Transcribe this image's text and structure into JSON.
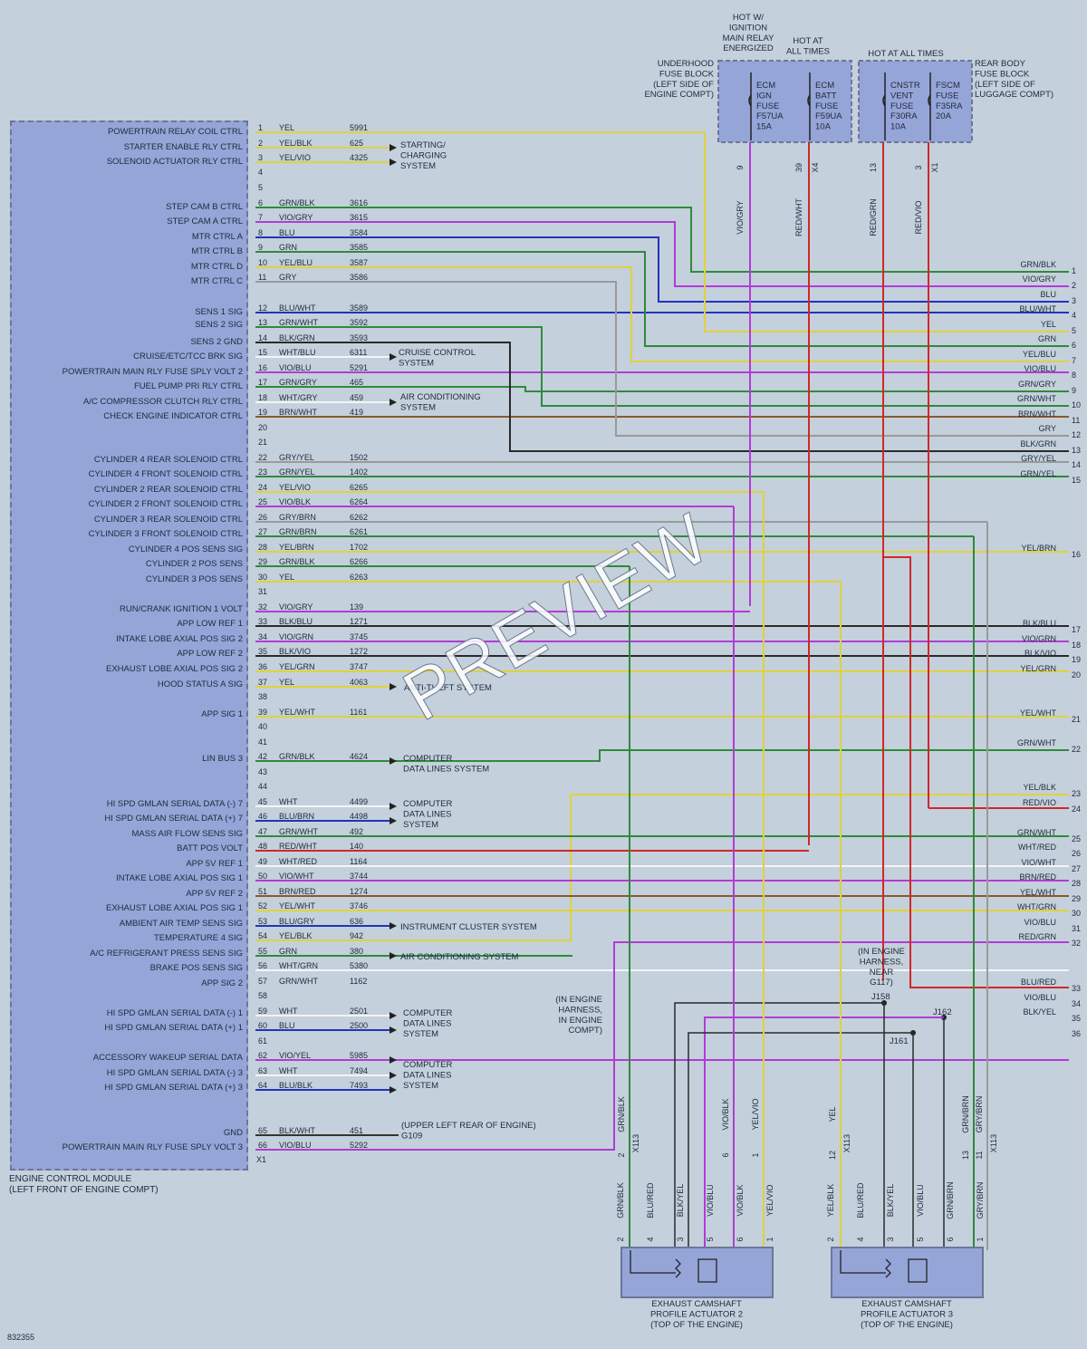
{
  "ecm": {
    "name": "ENGINE CONTROL MODULE",
    "location": "(LEFT FRONT OF ENGINE COMPT)",
    "connector": "X1",
    "pins": [
      {
        "pin": "1",
        "func": "POWERTRAIN RELAY COIL CTRL",
        "wire": "YEL",
        "circuit": "5991"
      },
      {
        "pin": "2",
        "func": "STARTER ENABLE RLY CTRL",
        "wire": "YEL/BLK",
        "circuit": "625"
      },
      {
        "pin": "3",
        "func": "SOLENOID ACTUATOR RLY CTRL",
        "wire": "YEL/VIO",
        "circuit": "4325"
      },
      {
        "pin": "4",
        "func": "",
        "wire": "",
        "circuit": ""
      },
      {
        "pin": "5",
        "func": "",
        "wire": "",
        "circuit": ""
      },
      {
        "pin": "6",
        "func": "STEP CAM B CTRL",
        "wire": "GRN/BLK",
        "circuit": "3616"
      },
      {
        "pin": "7",
        "func": "STEP CAM A CTRL",
        "wire": "VIO/GRY",
        "circuit": "3615"
      },
      {
        "pin": "8",
        "func": "MTR CTRL A",
        "wire": "BLU",
        "circuit": "3584"
      },
      {
        "pin": "9",
        "func": "MTR CTRL B",
        "wire": "GRN",
        "circuit": "3585"
      },
      {
        "pin": "10",
        "func": "MTR CTRL D",
        "wire": "YEL/BLU",
        "circuit": "3587"
      },
      {
        "pin": "11",
        "func": "MTR CTRL C",
        "wire": "GRY",
        "circuit": "3586"
      },
      {
        "pin": "12",
        "func": "SENS 1 SIG",
        "wire": "BLU/WHT",
        "circuit": "3589"
      },
      {
        "pin": "13",
        "func": "SENS 2 SIG",
        "wire": "GRN/WHT",
        "circuit": "3592"
      },
      {
        "pin": "14",
        "func": "SENS 2 GND",
        "wire": "BLK/GRN",
        "circuit": "3593"
      },
      {
        "pin": "15",
        "func": "CRUISE/ETC/TCC BRK SIG",
        "wire": "WHT/BLU",
        "circuit": "6311"
      },
      {
        "pin": "16",
        "func": "POWERTRAIN MAIN RLY FUSE SPLY VOLT 2",
        "wire": "VIO/BLU",
        "circuit": "5291"
      },
      {
        "pin": "17",
        "func": "FUEL PUMP PRI RLY CTRL",
        "wire": "GRN/GRY",
        "circuit": "465"
      },
      {
        "pin": "18",
        "func": "A/C COMPRESSOR CLUTCH RLY CTRL",
        "wire": "WHT/GRY",
        "circuit": "459"
      },
      {
        "pin": "19",
        "func": "CHECK ENGINE INDICATOR CTRL",
        "wire": "BRN/WHT",
        "circuit": "419"
      },
      {
        "pin": "20",
        "func": "",
        "wire": "",
        "circuit": ""
      },
      {
        "pin": "21",
        "func": "",
        "wire": "",
        "circuit": ""
      },
      {
        "pin": "22",
        "func": "CYLINDER 4 REAR SOLENOID CTRL",
        "wire": "GRY/YEL",
        "circuit": "1502"
      },
      {
        "pin": "23",
        "func": "CYLINDER 4 FRONT SOLENOID CTRL",
        "wire": "GRN/YEL",
        "circuit": "1402"
      },
      {
        "pin": "24",
        "func": "CYLINDER 2 REAR SOLENOID CTRL",
        "wire": "YEL/VIO",
        "circuit": "6265"
      },
      {
        "pin": "25",
        "func": "CYLINDER 2 FRONT SOLENOID CTRL",
        "wire": "VIO/BLK",
        "circuit": "6264"
      },
      {
        "pin": "26",
        "func": "CYLINDER 3 REAR SOLENOID CTRL",
        "wire": "GRY/BRN",
        "circuit": "6262"
      },
      {
        "pin": "27",
        "func": "CYLINDER 3 FRONT SOLENOID CTRL",
        "wire": "GRN/BRN",
        "circuit": "6261"
      },
      {
        "pin": "28",
        "func": "CYLINDER 4 POS SENS SIG",
        "wire": "YEL/BRN",
        "circuit": "1702"
      },
      {
        "pin": "29",
        "func": "CYLINDER 2 POS SENS",
        "wire": "GRN/BLK",
        "circuit": "6266"
      },
      {
        "pin": "30",
        "func": "CYLINDER 3 POS SENS",
        "wire": "YEL",
        "circuit": "6263"
      },
      {
        "pin": "31",
        "func": "",
        "wire": "",
        "circuit": ""
      },
      {
        "pin": "32",
        "func": "RUN/CRANK IGNITION 1 VOLT",
        "wire": "VIO/GRY",
        "circuit": "139"
      },
      {
        "pin": "33",
        "func": "APP LOW REF 1",
        "wire": "BLK/BLU",
        "circuit": "1271"
      },
      {
        "pin": "34",
        "func": "INTAKE LOBE AXIAL POS SIG 2",
        "wire": "VIO/GRN",
        "circuit": "3745"
      },
      {
        "pin": "35",
        "func": "APP LOW REF 2",
        "wire": "BLK/VIO",
        "circuit": "1272"
      },
      {
        "pin": "36",
        "func": "EXHAUST LOBE AXIAL POS SIG 2",
        "wire": "YEL/GRN",
        "circuit": "3747"
      },
      {
        "pin": "37",
        "func": "HOOD STATUS A SIG",
        "wire": "YEL",
        "circuit": "4063"
      },
      {
        "pin": "38",
        "func": "",
        "wire": "",
        "circuit": ""
      },
      {
        "pin": "39",
        "func": "APP SIG 1",
        "wire": "YEL/WHT",
        "circuit": "1161"
      },
      {
        "pin": "40",
        "func": "",
        "wire": "",
        "circuit": ""
      },
      {
        "pin": "41",
        "func": "",
        "wire": "",
        "circuit": ""
      },
      {
        "pin": "42",
        "func": "LIN BUS 3",
        "wire": "GRN/BLK",
        "circuit": "4624"
      },
      {
        "pin": "43",
        "func": "",
        "wire": "",
        "circuit": ""
      },
      {
        "pin": "44",
        "func": "",
        "wire": "",
        "circuit": ""
      },
      {
        "pin": "45",
        "func": "HI SPD GMLAN SERIAL DATA (-) 7",
        "wire": "WHT",
        "circuit": "4499"
      },
      {
        "pin": "46",
        "func": "HI SPD GMLAN SERIAL DATA (+) 7",
        "wire": "BLU/BRN",
        "circuit": "4498"
      },
      {
        "pin": "47",
        "func": "MASS AIR FLOW SENS SIG",
        "wire": "GRN/WHT",
        "circuit": "492"
      },
      {
        "pin": "48",
        "func": "BATT POS VOLT",
        "wire": "RED/WHT",
        "circuit": "140"
      },
      {
        "pin": "49",
        "func": "APP 5V REF 1",
        "wire": "WHT/RED",
        "circuit": "1164"
      },
      {
        "pin": "50",
        "func": "INTAKE LOBE AXIAL POS SIG 1",
        "wire": "VIO/WHT",
        "circuit": "3744"
      },
      {
        "pin": "51",
        "func": "APP 5V REF 2",
        "wire": "BRN/RED",
        "circuit": "1274"
      },
      {
        "pin": "52",
        "func": "EXHAUST LOBE AXIAL POS SIG 1",
        "wire": "YEL/WHT",
        "circuit": "3746"
      },
      {
        "pin": "53",
        "func": "AMBIENT AIR TEMP SENS SIG",
        "wire": "BLU/GRY",
        "circuit": "636"
      },
      {
        "pin": "54",
        "func": "TEMPERATURE 4 SIG",
        "wire": "YEL/BLK",
        "circuit": "942"
      },
      {
        "pin": "55",
        "func": "A/C REFRIGERANT PRESS SENS SIG",
        "wire": "GRN",
        "circuit": "380"
      },
      {
        "pin": "56",
        "func": "BRAKE POS SENS SIG",
        "wire": "WHT/GRN",
        "circuit": "5380"
      },
      {
        "pin": "57",
        "func": "APP SIG 2",
        "wire": "GRN/WHT",
        "circuit": "1162"
      },
      {
        "pin": "58",
        "func": "",
        "wire": "",
        "circuit": ""
      },
      {
        "pin": "59",
        "func": "HI SPD GMLAN SERIAL DATA (-) 1",
        "wire": "WHT",
        "circuit": "2501"
      },
      {
        "pin": "60",
        "func": "HI SPD GMLAN SERIAL DATA (+) 1",
        "wire": "BLU",
        "circuit": "2500"
      },
      {
        "pin": "61",
        "func": "",
        "wire": "",
        "circuit": ""
      },
      {
        "pin": "62",
        "func": "ACCESSORY WAKEUP SERIAL DATA",
        "wire": "VIO/YEL",
        "circuit": "5985"
      },
      {
        "pin": "63",
        "func": "HI SPD GMLAN SERIAL DATA (-) 3",
        "wire": "WHT",
        "circuit": "7494"
      },
      {
        "pin": "64",
        "func": "HI SPD GMLAN SERIAL DATA (+) 3",
        "wire": "BLU/BLK",
        "circuit": "7493"
      },
      {
        "pin": "65",
        "func": "GND",
        "wire": "BLK/WHT",
        "circuit": "451"
      },
      {
        "pin": "66",
        "func": "POWERTRAIN MAIN RLY FUSE SPLY VOLT 3",
        "wire": "VIO/BLU",
        "circuit": "5292"
      }
    ]
  },
  "systems": [
    {
      "text": "STARTING/\nCHARGING\nSYSTEM"
    },
    {
      "text": "CRUISE CONTROL\nSYSTEM"
    },
    {
      "text": "AIR CONDITIONING\nSYSTEM"
    },
    {
      "text": "ANTI-THEFT SYSTEM"
    },
    {
      "text": "COMPUTER\nDATA LINES SYSTEM"
    },
    {
      "text": "COMPUTER\nDATA LINES\nSYSTEM"
    },
    {
      "text": "INSTRUMENT CLUSTER SYSTEM"
    },
    {
      "text": "AIR CONDITIONING SYSTEM"
    },
    {
      "text": "COMPUTER\nDATA LINES\nSYSTEM"
    },
    {
      "text": "COMPUTER\nDATA LINES\nSYSTEM"
    },
    {
      "text": "(UPPER LEFT REAR OF ENGINE)\nG109"
    }
  ],
  "fuse_blocks": {
    "hot_ign": "HOT W/\nIGNITION\nMAIN RELAY\nENERGIZED",
    "hot_all": "HOT AT\nALL TIMES",
    "hot_all2": "HOT AT ALL TIMES",
    "underhood": "UNDERHOOD\nFUSE BLOCK\n(LEFT SIDE OF\nENGINE COMPT)",
    "rear_body": "REAR BODY\nFUSE BLOCK\n(LEFT SIDE OF\nLUGGAGE COMPT)",
    "fuses": [
      {
        "text": "ECM\nIGN\nFUSE\nF57UA\n15A"
      },
      {
        "text": "ECM\nBATT\nFUSE\nF59UA\n10A"
      },
      {
        "text": "CNSTR\nVENT\nFUSE\nF30RA\n10A"
      },
      {
        "text": "FSCM\nFUSE\nF35RA\n20A"
      }
    ],
    "drops": [
      {
        "pin": "9",
        "wire": "VIO/GRY",
        "conn": ""
      },
      {
        "pin": "39",
        "wire": "RED/WHT",
        "conn": "X4"
      },
      {
        "pin": "13",
        "wire": "RED/GRN",
        "conn": ""
      },
      {
        "pin": "3",
        "wire": "RED/VIO",
        "conn": "X1"
      }
    ]
  },
  "right_connector": [
    {
      "num": "1",
      "wire": "GRN/BLK"
    },
    {
      "num": "2",
      "wire": "VIO/GRY"
    },
    {
      "num": "3",
      "wire": "BLU"
    },
    {
      "num": "4",
      "wire": "BLU/WHT"
    },
    {
      "num": "5",
      "wire": "YEL"
    },
    {
      "num": "6",
      "wire": "GRN"
    },
    {
      "num": "7",
      "wire": "YEL/BLU"
    },
    {
      "num": "8",
      "wire": "VIO/BLU"
    },
    {
      "num": "9",
      "wire": "GRN/GRY"
    },
    {
      "num": "10",
      "wire": "GRN/WHT"
    },
    {
      "num": "11",
      "wire": "BRN/WHT"
    },
    {
      "num": "12",
      "wire": "GRY"
    },
    {
      "num": "13",
      "wire": "BLK/GRN"
    },
    {
      "num": "14",
      "wire": "GRY/YEL"
    },
    {
      "num": "15",
      "wire": "GRN/YEL"
    },
    {
      "num": "16",
      "wire": "YEL/BRN"
    },
    {
      "num": "17",
      "wire": "BLK/BLU"
    },
    {
      "num": "18",
      "wire": "VIO/GRN"
    },
    {
      "num": "19",
      "wire": "BLK/VIO"
    },
    {
      "num": "20",
      "wire": "YEL/GRN"
    },
    {
      "num": "21",
      "wire": "YEL/WHT"
    },
    {
      "num": "22",
      "wire": "GRN/WHT"
    },
    {
      "num": "23",
      "wire": "YEL/BLK"
    },
    {
      "num": "24",
      "wire": "RED/VIO"
    },
    {
      "num": "25",
      "wire": "GRN/WHT"
    },
    {
      "num": "26",
      "wire": "WHT/RED"
    },
    {
      "num": "27",
      "wire": "VIO/WHT"
    },
    {
      "num": "28",
      "wire": "BRN/RED"
    },
    {
      "num": "29",
      "wire": "YEL/WHT"
    },
    {
      "num": "30",
      "wire": "WHT/GRN"
    },
    {
      "num": "31",
      "wire": "VIO/BLU"
    },
    {
      "num": "32",
      "wire": "RED/GRN"
    },
    {
      "num": "33",
      "wire": "BLU/RED"
    },
    {
      "num": "34",
      "wire": "VIO/BLU"
    },
    {
      "num": "35",
      "wire": "BLK/YEL"
    },
    {
      "num": "36",
      "wire": ""
    }
  ],
  "splices": {
    "harness_note": "(IN ENGINE\nHARNESS,\nIN ENGINE\nCOMPT)",
    "g117_note": "(IN ENGINE\nHARNESS,\nNEAR\nG117)",
    "j158": "J158",
    "j162": "J162",
    "j161": "J161"
  },
  "actuators": [
    {
      "name": "EXHAUST CAMSHAFT\nPROFILE ACTUATOR 2\n(TOP OF THE ENGINE)",
      "pins": [
        {
          "p": "2",
          "w": "GRN/BLK"
        },
        {
          "p": "4",
          "w": "BLU/RED"
        },
        {
          "p": "3",
          "w": "BLK/YEL"
        },
        {
          "p": "5",
          "w": "VIO/BLU"
        },
        {
          "p": "6",
          "w": "VIO/BLK"
        },
        {
          "p": "1",
          "w": "YEL/VIO"
        }
      ]
    },
    {
      "name": "EXHAUST CAMSHAFT\nPROFILE ACTUATOR 3\n(TOP OF THE ENGINE)",
      "pins": [
        {
          "p": "2",
          "w": "YEL/BLK"
        },
        {
          "p": "4",
          "w": "BLU/RED"
        },
        {
          "p": "3",
          "w": "BLK/YEL"
        },
        {
          "p": "5",
          "w": "VIO/BLU"
        },
        {
          "p": "6",
          "w": "GRN/BRN"
        },
        {
          "p": "1",
          "w": "GRY/BRN"
        }
      ]
    }
  ],
  "x113_drops": [
    {
      "pin": "2",
      "wire": "GRN/BLK",
      "conn": "X113"
    },
    {
      "pin": "6",
      "wire": "VIO/BLK",
      "conn": ""
    },
    {
      "pin": "1",
      "wire": "YEL/VIO",
      "conn": ""
    },
    {
      "pin": "12",
      "wire": "YEL",
      "conn": "X113"
    },
    {
      "pin": "13",
      "wire": "GRN/BRN",
      "conn": ""
    },
    {
      "pin": "11",
      "wire": "GRY/BRN",
      "conn": "X113"
    }
  ],
  "doc_id": "832355",
  "watermark": "PREVIEW"
}
